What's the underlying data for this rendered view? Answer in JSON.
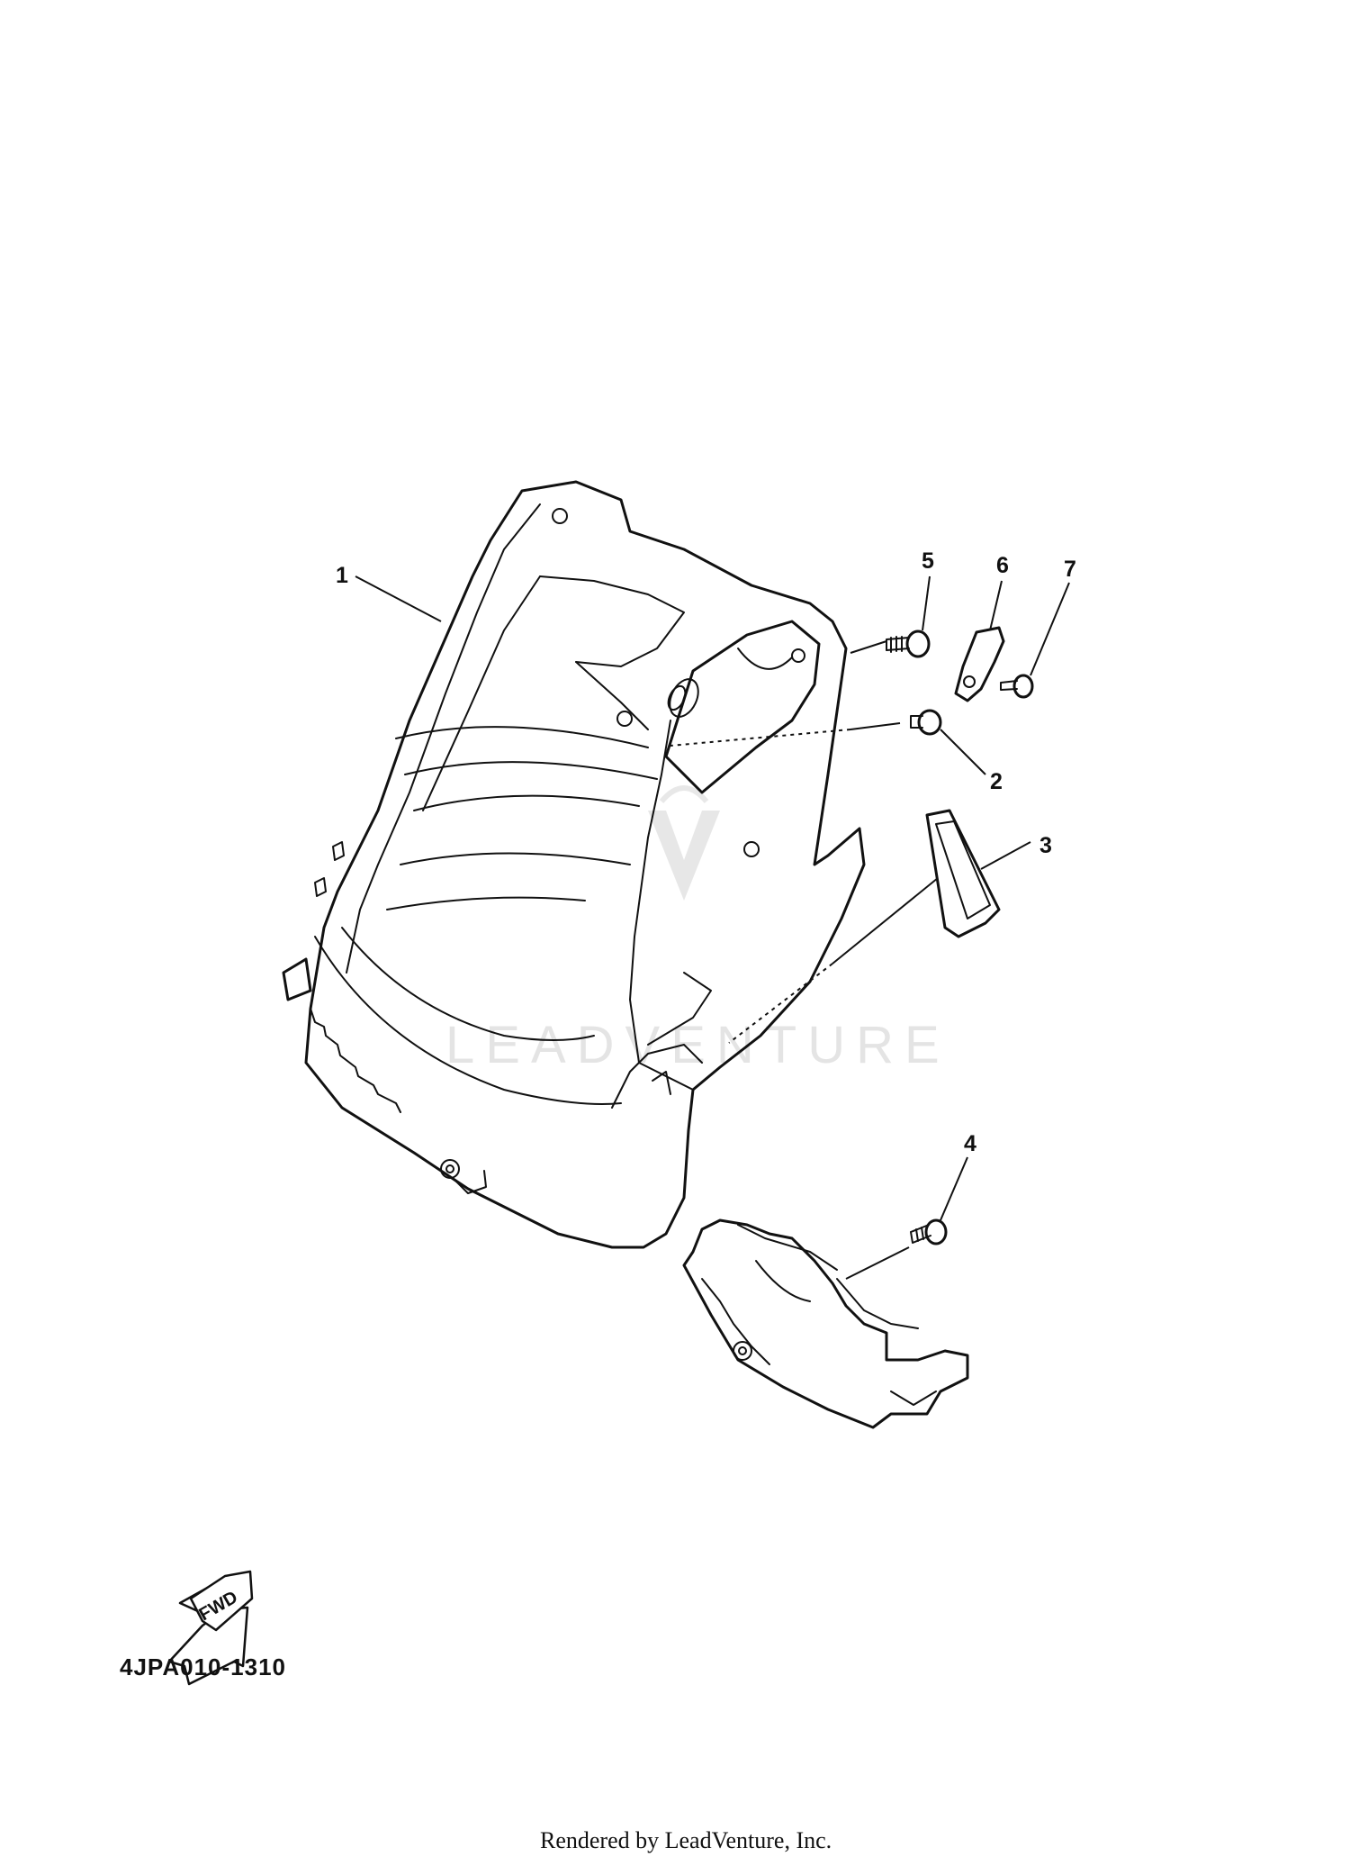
{
  "callouts": [
    "1",
    "2",
    "3",
    "4",
    "5",
    "6",
    "7"
  ],
  "drawing_code": "4JPA010-1310",
  "fwd_label": "FWD",
  "watermark": "LEADVENTURE",
  "credit": "Rendered by LeadVenture, Inc.",
  "colors": {
    "line": "#111111",
    "background": "#ffffff",
    "watermark": "#cfcfcf"
  },
  "icons": [
    "fwd-arrow-icon",
    "leadventure-logo-icon"
  ]
}
